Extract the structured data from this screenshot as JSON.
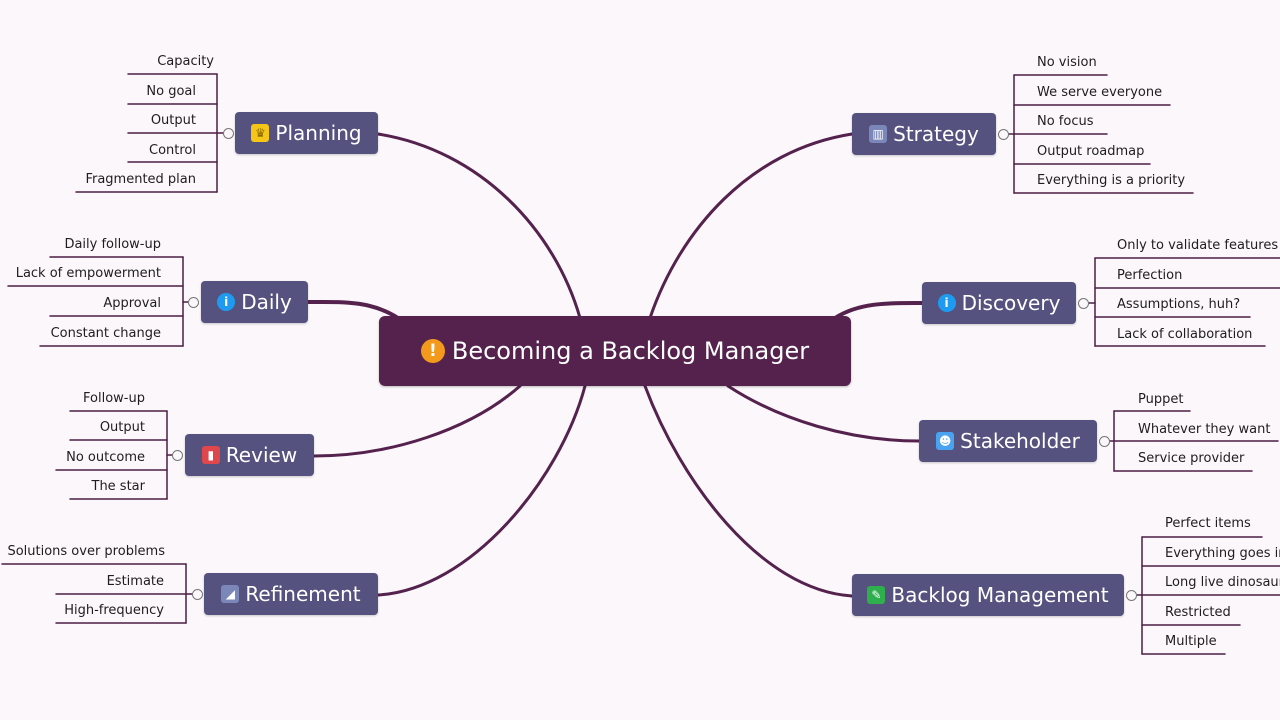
{
  "central": {
    "label": "Becoming a Backlog Manager",
    "icon": "exclamation-icon"
  },
  "colors": {
    "branch": "#54224d",
    "topic": "#55527f",
    "background": "#fbf7fb",
    "warning": "#f39a1c"
  },
  "left_topics": [
    {
      "label": "Planning",
      "icon": "trophy-icon",
      "items": [
        "Capacity",
        "No goal",
        "Output",
        "Control",
        "Fragmented plan"
      ]
    },
    {
      "label": "Daily",
      "icon": "info-icon",
      "items": [
        "Daily follow-up",
        "Lack of empowerment",
        "Approval",
        "Constant  change"
      ]
    },
    {
      "label": "Review",
      "icon": "thermometer-icon",
      "items": [
        "Follow-up",
        "Output",
        "No outcome",
        "The star"
      ]
    },
    {
      "label": "Refinement",
      "icon": "chart-icon",
      "items": [
        "Solutions over problems",
        "Estimate",
        "High-frequency"
      ]
    }
  ],
  "right_topics": [
    {
      "label": "Strategy",
      "icon": "bar-chart-icon",
      "items": [
        "No vision",
        "We serve everyone",
        "No focus",
        "Output roadmap",
        "Everything is a priority"
      ]
    },
    {
      "label": "Discovery",
      "icon": "info-icon",
      "items": [
        "Only to validate features",
        "Perfection",
        "Assumptions, huh?",
        "Lack of collaboration"
      ]
    },
    {
      "label": "Stakeholder",
      "icon": "people-icon",
      "items": [
        "Puppet",
        "Whatever they want",
        "Service provider"
      ]
    },
    {
      "label": "Backlog Management",
      "icon": "pencil-icon",
      "items": [
        "Perfect items",
        "Everything goes in",
        "Long live dinosaurs",
        "Restricted",
        "Multiple"
      ]
    }
  ]
}
